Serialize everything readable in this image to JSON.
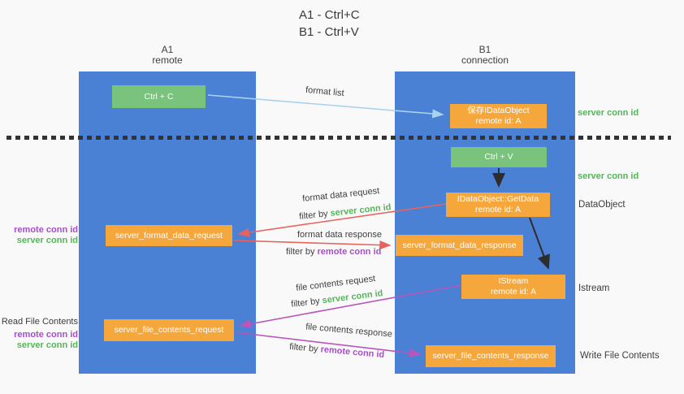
{
  "title": {
    "line1": "A1 - Ctrl+C",
    "line2": "B1 - Ctrl+V"
  },
  "columns": {
    "left": {
      "name": "A1",
      "subtitle": "remote"
    },
    "right": {
      "name": "B1",
      "subtitle": "connection"
    }
  },
  "nodes": {
    "ctrl_c": "Ctrl + C",
    "ctrl_v": "Ctrl + V",
    "save_dataobject": {
      "line1": "保存IDataObject",
      "line2": "remote id: A"
    },
    "getdata": {
      "line1": "IDataObject::GetData",
      "line2": "remote id: A"
    },
    "istream": {
      "line1": "IStream",
      "line2": "remote id: A"
    },
    "format_request": "server_format_data_request",
    "format_response": "server_format_data_response",
    "file_request": "server_file_contents_request",
    "file_response": "server_file_contents_response"
  },
  "arrow_labels": {
    "format_list": "format list",
    "format_request": "format data request",
    "format_request_filter": {
      "prefix": "filter by ",
      "key": "server conn id"
    },
    "format_response": "format data response",
    "format_response_filter": {
      "prefix": "filter by ",
      "key": "remote conn id"
    },
    "file_request": "file contents request",
    "file_request_filter": {
      "prefix": "filter by ",
      "key": "server conn id"
    },
    "file_response": "file contents response",
    "file_response_filter": {
      "prefix": "filter by ",
      "key": "remote conn id"
    }
  },
  "side_labels": {
    "right_top_conn": "server conn id",
    "right_mid_conn": "server conn id",
    "dataobject": "DataObject",
    "istream": "Istream",
    "write_file": "Write File Contents",
    "read_file": "Read File Contents",
    "left_mid": {
      "remote": "remote conn id",
      "server": "server conn id"
    },
    "left_bottom": {
      "remote": "remote conn id",
      "server": "server conn id"
    }
  },
  "colors": {
    "lifeline_blue": "#4a81d4",
    "node_orange": "#f6a73c",
    "node_green": "#79c37d",
    "arrow_red": "#e8635c",
    "arrow_purple": "#ba55bb",
    "arrow_lightblue": "#a9d2ee",
    "arrow_black": "#2d2d2d",
    "conn_id_green": "#55b559",
    "conn_id_purple": "#a64fc8"
  }
}
